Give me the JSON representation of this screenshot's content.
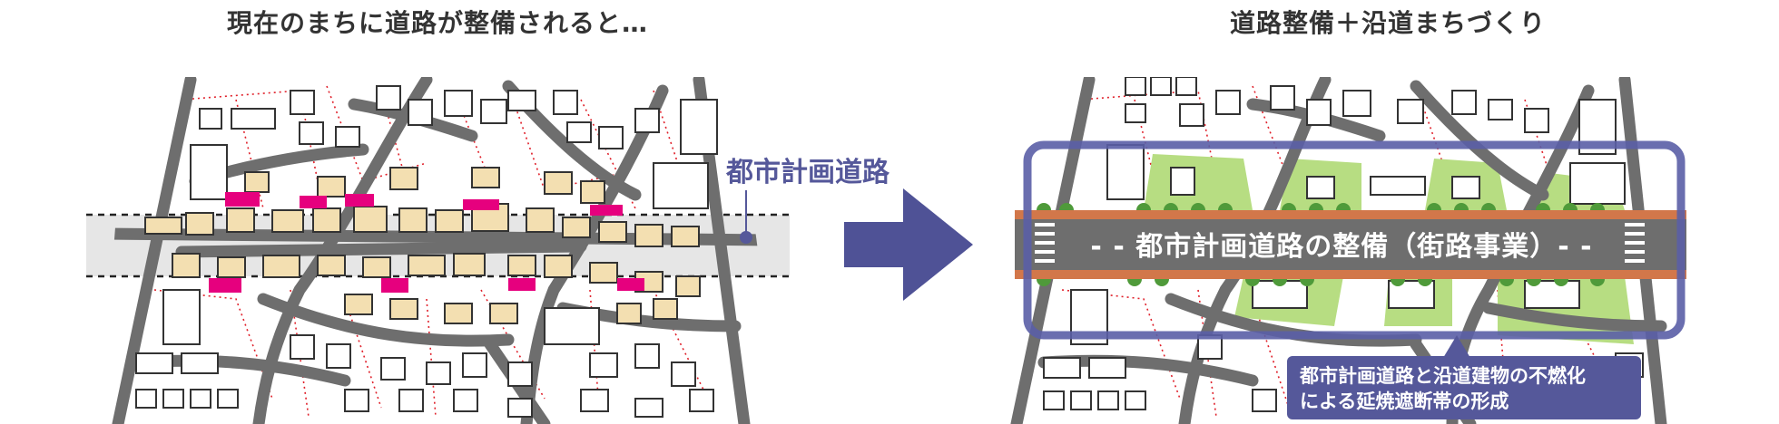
{
  "titles": {
    "left": "現在のまちに道路が整備されると…",
    "right": "道路整備＋沿道まちづくり"
  },
  "labels": {
    "city_planning_road": "都市計画道路",
    "road_improvement": "- - 都市計画道路の整備（街路事業）- -",
    "callout_line1": "都市計画道路と沿道建物の不燃化",
    "callout_line2": "による延焼遮断帯の形成"
  },
  "colors": {
    "road": "#6e6e6e",
    "building_tan": "#f3dfb1",
    "demolished_magenta": "#e6007e",
    "highlight_purple": "#5a5ea6",
    "callout_bg": "#55589a",
    "arrow": "#4f5296",
    "green": "#8dc63f",
    "sidewalk_orange": "#d2774a",
    "property_line": "#e0202a"
  }
}
